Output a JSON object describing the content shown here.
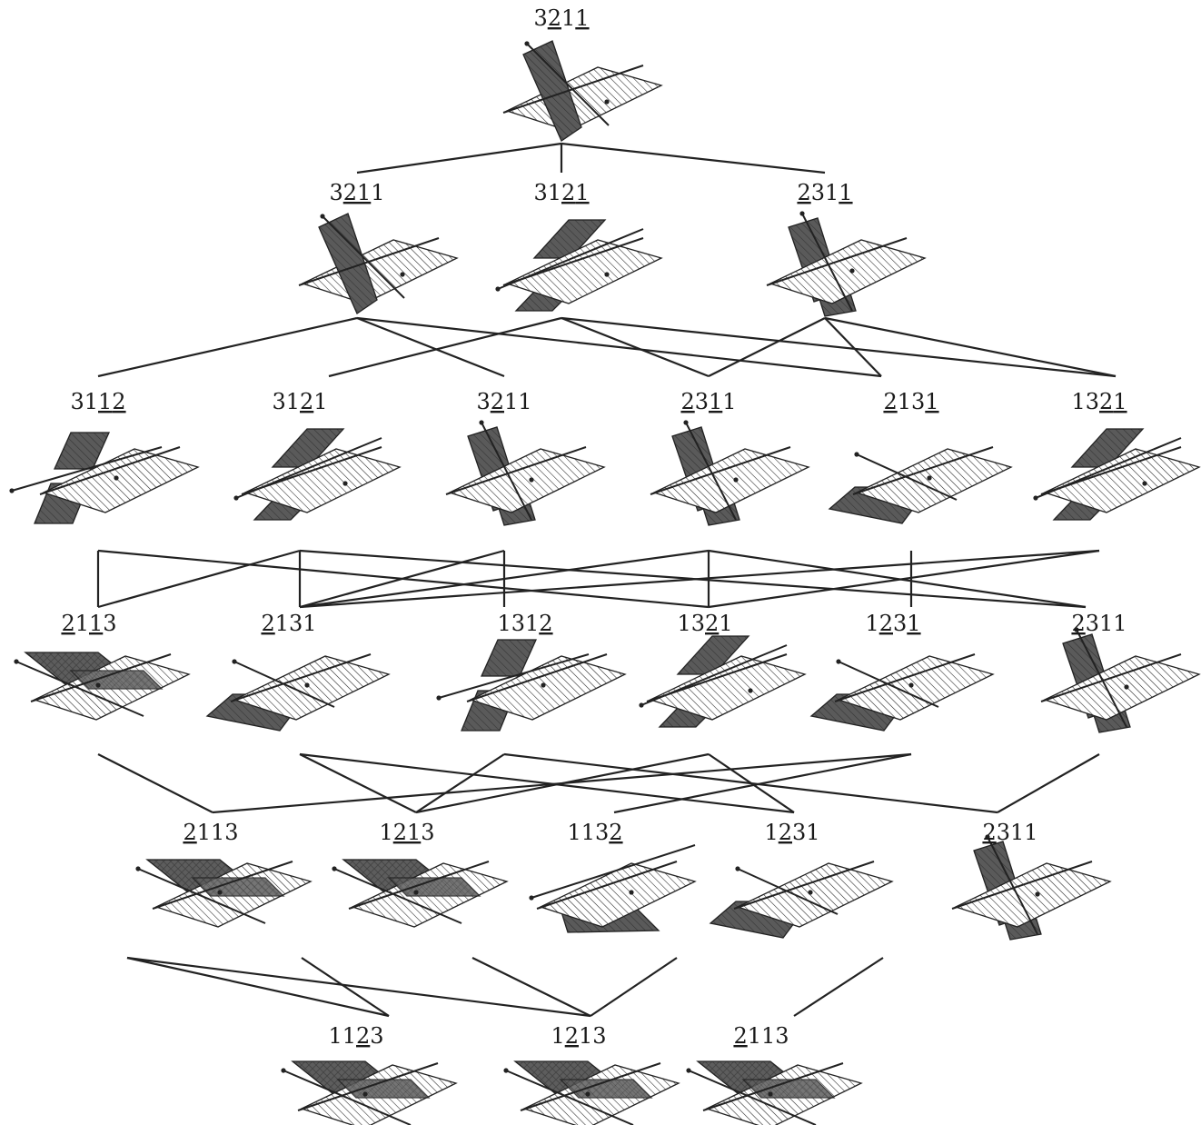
{
  "colors": {
    "ink": "#222222",
    "dark_plane": "#555555",
    "light_plane": "#ffffff",
    "hatch": "#222222",
    "background": "#ffffff"
  },
  "levels": [
    {
      "nodes": [
        {
          "id": "n0_0",
          "segments": [
            {
              "t": "3"
            },
            {
              "t": "2",
              "u": true
            },
            {
              "t": "1"
            },
            {
              "t": "1",
              "u": true
            }
          ],
          "variant": "A"
        }
      ]
    },
    {
      "nodes": [
        {
          "id": "n1_0",
          "segments": [
            {
              "t": "3"
            },
            {
              "t": "2",
              "u": true
            },
            {
              "t": "1",
              "u": true
            },
            {
              "t": "1"
            }
          ],
          "variant": "A"
        },
        {
          "id": "n1_1",
          "segments": [
            {
              "t": "3"
            },
            {
              "t": "1"
            },
            {
              "t": "2",
              "u": true
            },
            {
              "t": "1",
              "u": true
            }
          ],
          "variant": "B"
        },
        {
          "id": "n1_2",
          "segments": [
            {
              "t": "2",
              "u": true
            },
            {
              "t": "3"
            },
            {
              "t": "1"
            },
            {
              "t": "1",
              "u": true
            }
          ],
          "variant": "C"
        }
      ]
    },
    {
      "nodes": [
        {
          "id": "n2_0",
          "segments": [
            {
              "t": "3"
            },
            {
              "t": "1"
            },
            {
              "t": "1",
              "u": true
            },
            {
              "t": "2",
              "u": true
            }
          ],
          "variant": "D"
        },
        {
          "id": "n2_1",
          "segments": [
            {
              "t": "3"
            },
            {
              "t": "1"
            },
            {
              "t": "2",
              "u": true
            },
            {
              "t": "1"
            }
          ],
          "variant": "B"
        },
        {
          "id": "n2_2",
          "segments": [
            {
              "t": "3"
            },
            {
              "t": "2",
              "u": true
            },
            {
              "t": "1"
            },
            {
              "t": "1"
            }
          ],
          "variant": "C"
        },
        {
          "id": "n2_3",
          "segments": [
            {
              "t": "2",
              "u": true
            },
            {
              "t": "3"
            },
            {
              "t": "1",
              "u": true
            },
            {
              "t": "1"
            }
          ],
          "variant": "C"
        },
        {
          "id": "n2_4",
          "segments": [
            {
              "t": "2",
              "u": true
            },
            {
              "t": "1"
            },
            {
              "t": "3"
            },
            {
              "t": "1",
              "u": true
            }
          ],
          "variant": "E"
        },
        {
          "id": "n2_5",
          "segments": [
            {
              "t": "1"
            },
            {
              "t": "3"
            },
            {
              "t": "2",
              "u": true
            },
            {
              "t": "1",
              "u": true
            }
          ],
          "variant": "B"
        }
      ]
    },
    {
      "nodes": [
        {
          "id": "n3_0",
          "segments": [
            {
              "t": "2",
              "u": true
            },
            {
              "t": "1"
            },
            {
              "t": "1",
              "u": true
            },
            {
              "t": "3"
            }
          ],
          "variant": "F"
        },
        {
          "id": "n3_1",
          "segments": [
            {
              "t": "2",
              "u": true
            },
            {
              "t": "1"
            },
            {
              "t": "3"
            },
            {
              "t": "1"
            }
          ],
          "variant": "E"
        },
        {
          "id": "n3_2",
          "segments": [
            {
              "t": "1"
            },
            {
              "t": "3"
            },
            {
              "t": "1"
            },
            {
              "t": "2",
              "u": true
            }
          ],
          "variant": "D"
        },
        {
          "id": "n3_3",
          "segments": [
            {
              "t": "1"
            },
            {
              "t": "3"
            },
            {
              "t": "2",
              "u": true
            },
            {
              "t": "1"
            }
          ],
          "variant": "B"
        },
        {
          "id": "n3_4",
          "segments": [
            {
              "t": "1"
            },
            {
              "t": "2",
              "u": true
            },
            {
              "t": "3"
            },
            {
              "t": "1",
              "u": true
            }
          ],
          "variant": "E"
        },
        {
          "id": "n3_5",
          "segments": [
            {
              "t": "2",
              "u": true
            },
            {
              "t": "3"
            },
            {
              "t": "1"
            },
            {
              "t": "1"
            }
          ],
          "variant": "C"
        }
      ]
    },
    {
      "nodes": [
        {
          "id": "n4_0",
          "segments": [
            {
              "t": "2",
              "u": true
            },
            {
              "t": "1"
            },
            {
              "t": "1"
            },
            {
              "t": "3"
            }
          ],
          "variant": "F"
        },
        {
          "id": "n4_1",
          "segments": [
            {
              "t": "1"
            },
            {
              "t": "2",
              "u": true
            },
            {
              "t": "1",
              "u": true
            },
            {
              "t": "3"
            }
          ],
          "variant": "F"
        },
        {
          "id": "n4_2",
          "segments": [
            {
              "t": "1"
            },
            {
              "t": "1"
            },
            {
              "t": "3"
            },
            {
              "t": "2",
              "u": true
            }
          ],
          "variant": "G"
        },
        {
          "id": "n4_3",
          "segments": [
            {
              "t": "1"
            },
            {
              "t": "2",
              "u": true
            },
            {
              "t": "3"
            },
            {
              "t": "1"
            }
          ],
          "variant": "E"
        },
        {
          "id": "n4_4",
          "segments": [
            {
              "t": "2",
              "u": true
            },
            {
              "t": "3"
            },
            {
              "t": "1"
            },
            {
              "t": "1"
            }
          ],
          "variant": "C"
        }
      ]
    },
    {
      "nodes": [
        {
          "id": "n5_0",
          "segments": [
            {
              "t": "1"
            },
            {
              "t": "1"
            },
            {
              "t": "2",
              "u": true
            },
            {
              "t": "3"
            }
          ],
          "variant": "F"
        },
        {
          "id": "n5_1",
          "segments": [
            {
              "t": "1"
            },
            {
              "t": "2",
              "u": true
            },
            {
              "t": "1"
            },
            {
              "t": "3"
            }
          ],
          "variant": "F"
        },
        {
          "id": "n5_2",
          "segments": [
            {
              "t": "2",
              "u": true
            },
            {
              "t": "1"
            },
            {
              "t": "1"
            },
            {
              "t": "3"
            }
          ],
          "variant": "F"
        }
      ]
    }
  ]
}
